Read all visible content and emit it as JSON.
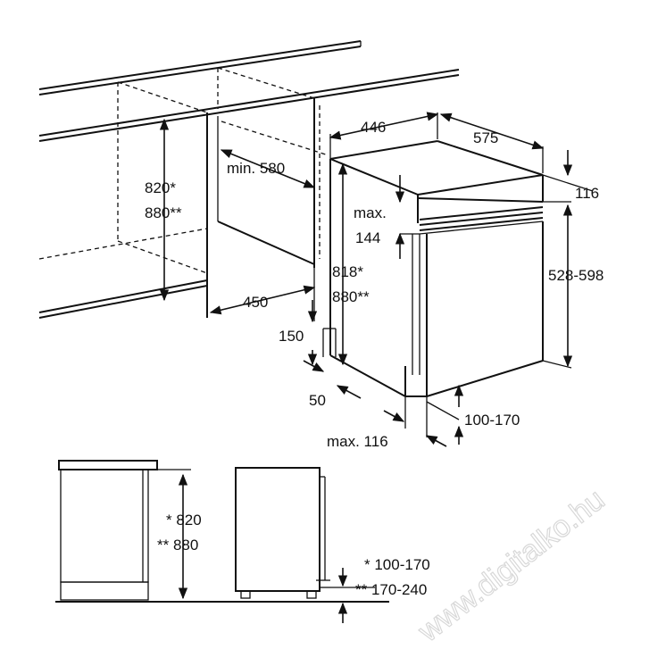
{
  "watermark": "www.digitalko.hu",
  "labels": {
    "niche_depth_446": "446",
    "appliance_width_575": "575",
    "panel_gap_116": "116",
    "min_depth_580": "min. 580",
    "niche_height_820": "820*",
    "niche_height_880": "880**",
    "max_panel": "max.",
    "max_panel_144": "144",
    "appliance_height_818": "818*",
    "appliance_height_880": "880**",
    "door_panel_528_598": "528-598",
    "width_450": "450",
    "dim_150": "150",
    "dim_50": "50",
    "max_116": "max. 116",
    "plinth_100_170": "100-170",
    "side_height_820": "* 820",
    "side_height_880": "** 880",
    "side_plinth_100_170": "* 100-170",
    "side_plinth_170_240": "** 170-240"
  }
}
